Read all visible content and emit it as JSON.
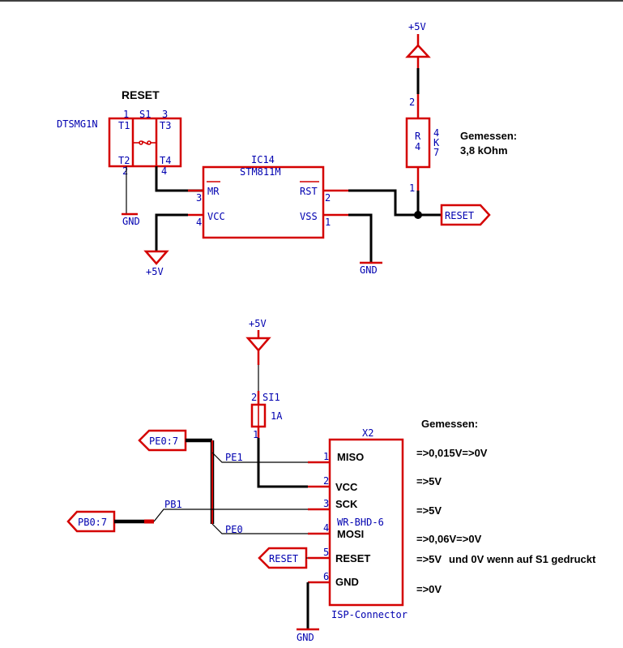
{
  "reset_section": {
    "title": "RESET",
    "switch_part": "DTSMG1N",
    "switch_name": "S1",
    "switch_pins": {
      "t1_num": "1",
      "t3_num": "3",
      "t2_num": "2",
      "t4_num": "4",
      "t1": "T1",
      "t2": "T2",
      "t3": "T3",
      "t4": "T4"
    },
    "ic_name": "IC14",
    "ic_value": "STM811M",
    "ic_pins": [
      {
        "num": "3",
        "label": "MR"
      },
      {
        "num": "4",
        "label": "VCC"
      },
      {
        "num": "2",
        "label": "RST"
      },
      {
        "num": "1",
        "label": "VSS"
      }
    ],
    "resistor": {
      "name": "R",
      "name_num": "4",
      "value_a": "4",
      "value_b": "K",
      "value_c": "7",
      "pin_top": "2",
      "pin_bottom": "1"
    },
    "measured_title": "Gemessen:",
    "measured_value": "3,8 kOhm",
    "supply_top": "+5V",
    "supply_bottom": "+5V",
    "gnd_switch": "GND",
    "gnd_ic": "GND",
    "reset_flag": "RESET"
  },
  "isp_section": {
    "supply": "+5V",
    "fuse": {
      "pin_top": "2",
      "name": "SI1",
      "value": "1A",
      "pin_bottom": "1"
    },
    "connector_name": "X2",
    "connector_type": "WR-BHD-6",
    "connector_label": "ISP-Connector",
    "pins": [
      {
        "num": "1",
        "label": "MISO"
      },
      {
        "num": "2",
        "label": "VCC"
      },
      {
        "num": "3",
        "label": "SCK"
      },
      {
        "num": "4",
        "label": "MOSI"
      },
      {
        "num": "5",
        "label": "RESET"
      },
      {
        "num": "6",
        "label": "GND"
      }
    ],
    "nets": {
      "pe1": "PE1",
      "pe0": "PE0",
      "pb1": "PB1"
    },
    "buses": {
      "pe": "PE0:7",
      "pb": "PB0:7"
    },
    "reset_flag": "RESET",
    "gnd": "GND",
    "measured_title": "Gemessen:",
    "measurements": [
      "=>0,015V=>0V",
      "=>5V",
      "=>5V",
      "=>0,06V=>0V",
      "=>5V",
      "=>0V"
    ],
    "reset_note": "und 0V wenn auf S1 gedruckt"
  }
}
